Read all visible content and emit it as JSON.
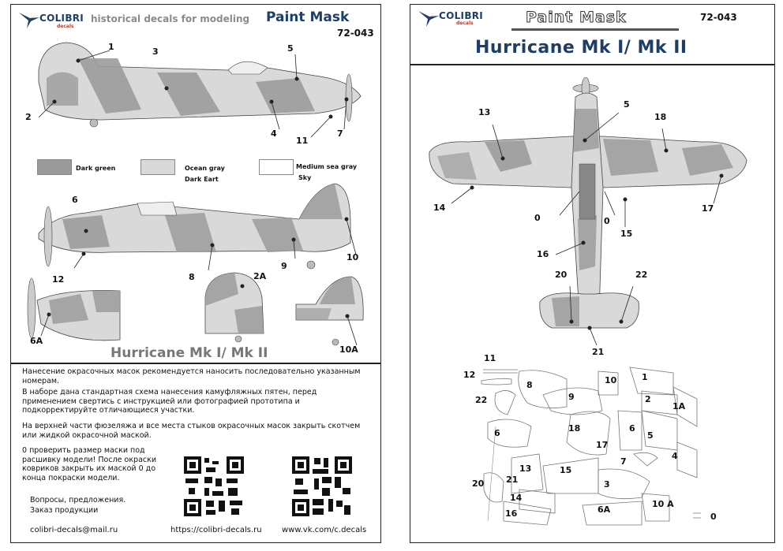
{
  "left": {
    "brand": "COLIBRI",
    "brand_sub": "decals",
    "tagline": "historical decals for modeling",
    "title": "Paint Mask",
    "code": "72-043",
    "subject_title": "Hurricane Mk I/ Mk II",
    "legend": {
      "dark_green": "Dark green",
      "ocean_gray": "Ocean gray",
      "dark_eart": "Dark Eart",
      "medium_sea_gray": "Medium sea gray",
      "sky": "Sky"
    },
    "callouts_top": [
      "1",
      "2",
      "3",
      "4",
      "5",
      "7",
      "11"
    ],
    "callouts_mid": [
      "6",
      "8",
      "9",
      "10",
      "12"
    ],
    "callouts_bottom": [
      "2A",
      "6A",
      "10A"
    ],
    "instructions": [
      "Нанесение окрасочных масок рекомендуется наносить последовательно указанным номерам.",
      "В наборе дана стандартная схема нанесения камуфляжных пятен, перед применением свертись с инструкцией или фотографией прототипа и подкорректируйте отличающиеся участки.",
      "На верхней части фюзеляжа и все места стыков окрасочных масок закрыть скотчем или жидкой окрасочной маской.",
      "0 проверить размер маски под расшивку модели! После окраски ковриков закрыть их маской 0 до конца покраски модели.",
      "Вопросы, предложения.",
      "Заказ продукции"
    ],
    "email": "colibri-decals@mail.ru",
    "website": "https://colibri-decals.ru",
    "vk": "www.vk.com/c.decals"
  },
  "right": {
    "brand": "COLIBRI",
    "brand_sub": "decals",
    "title": "Paint Mask",
    "code": "72-043",
    "subject_title": "Hurricane Mk I/ Mk II",
    "plan_callouts": [
      "13",
      "5",
      "18",
      "14",
      "0",
      "0",
      "15",
      "17",
      "16",
      "20",
      "22",
      "21"
    ],
    "sheet_callouts": [
      "11",
      "12",
      "22",
      "8",
      "9",
      "10",
      "1",
      "2",
      "1A",
      "6",
      "18",
      "6",
      "5",
      "17",
      "4",
      "7",
      "13",
      "21",
      "20",
      "15",
      "3",
      "14",
      "16",
      "6A",
      "10 A",
      "0"
    ]
  },
  "colors": {
    "dark_green": "#9b9b9b",
    "ocean_gray": "#d9d9d9",
    "medium_sea_gray": "#ffffff",
    "brand_blue": "#1e3e66",
    "brand_red": "#c0392b"
  }
}
